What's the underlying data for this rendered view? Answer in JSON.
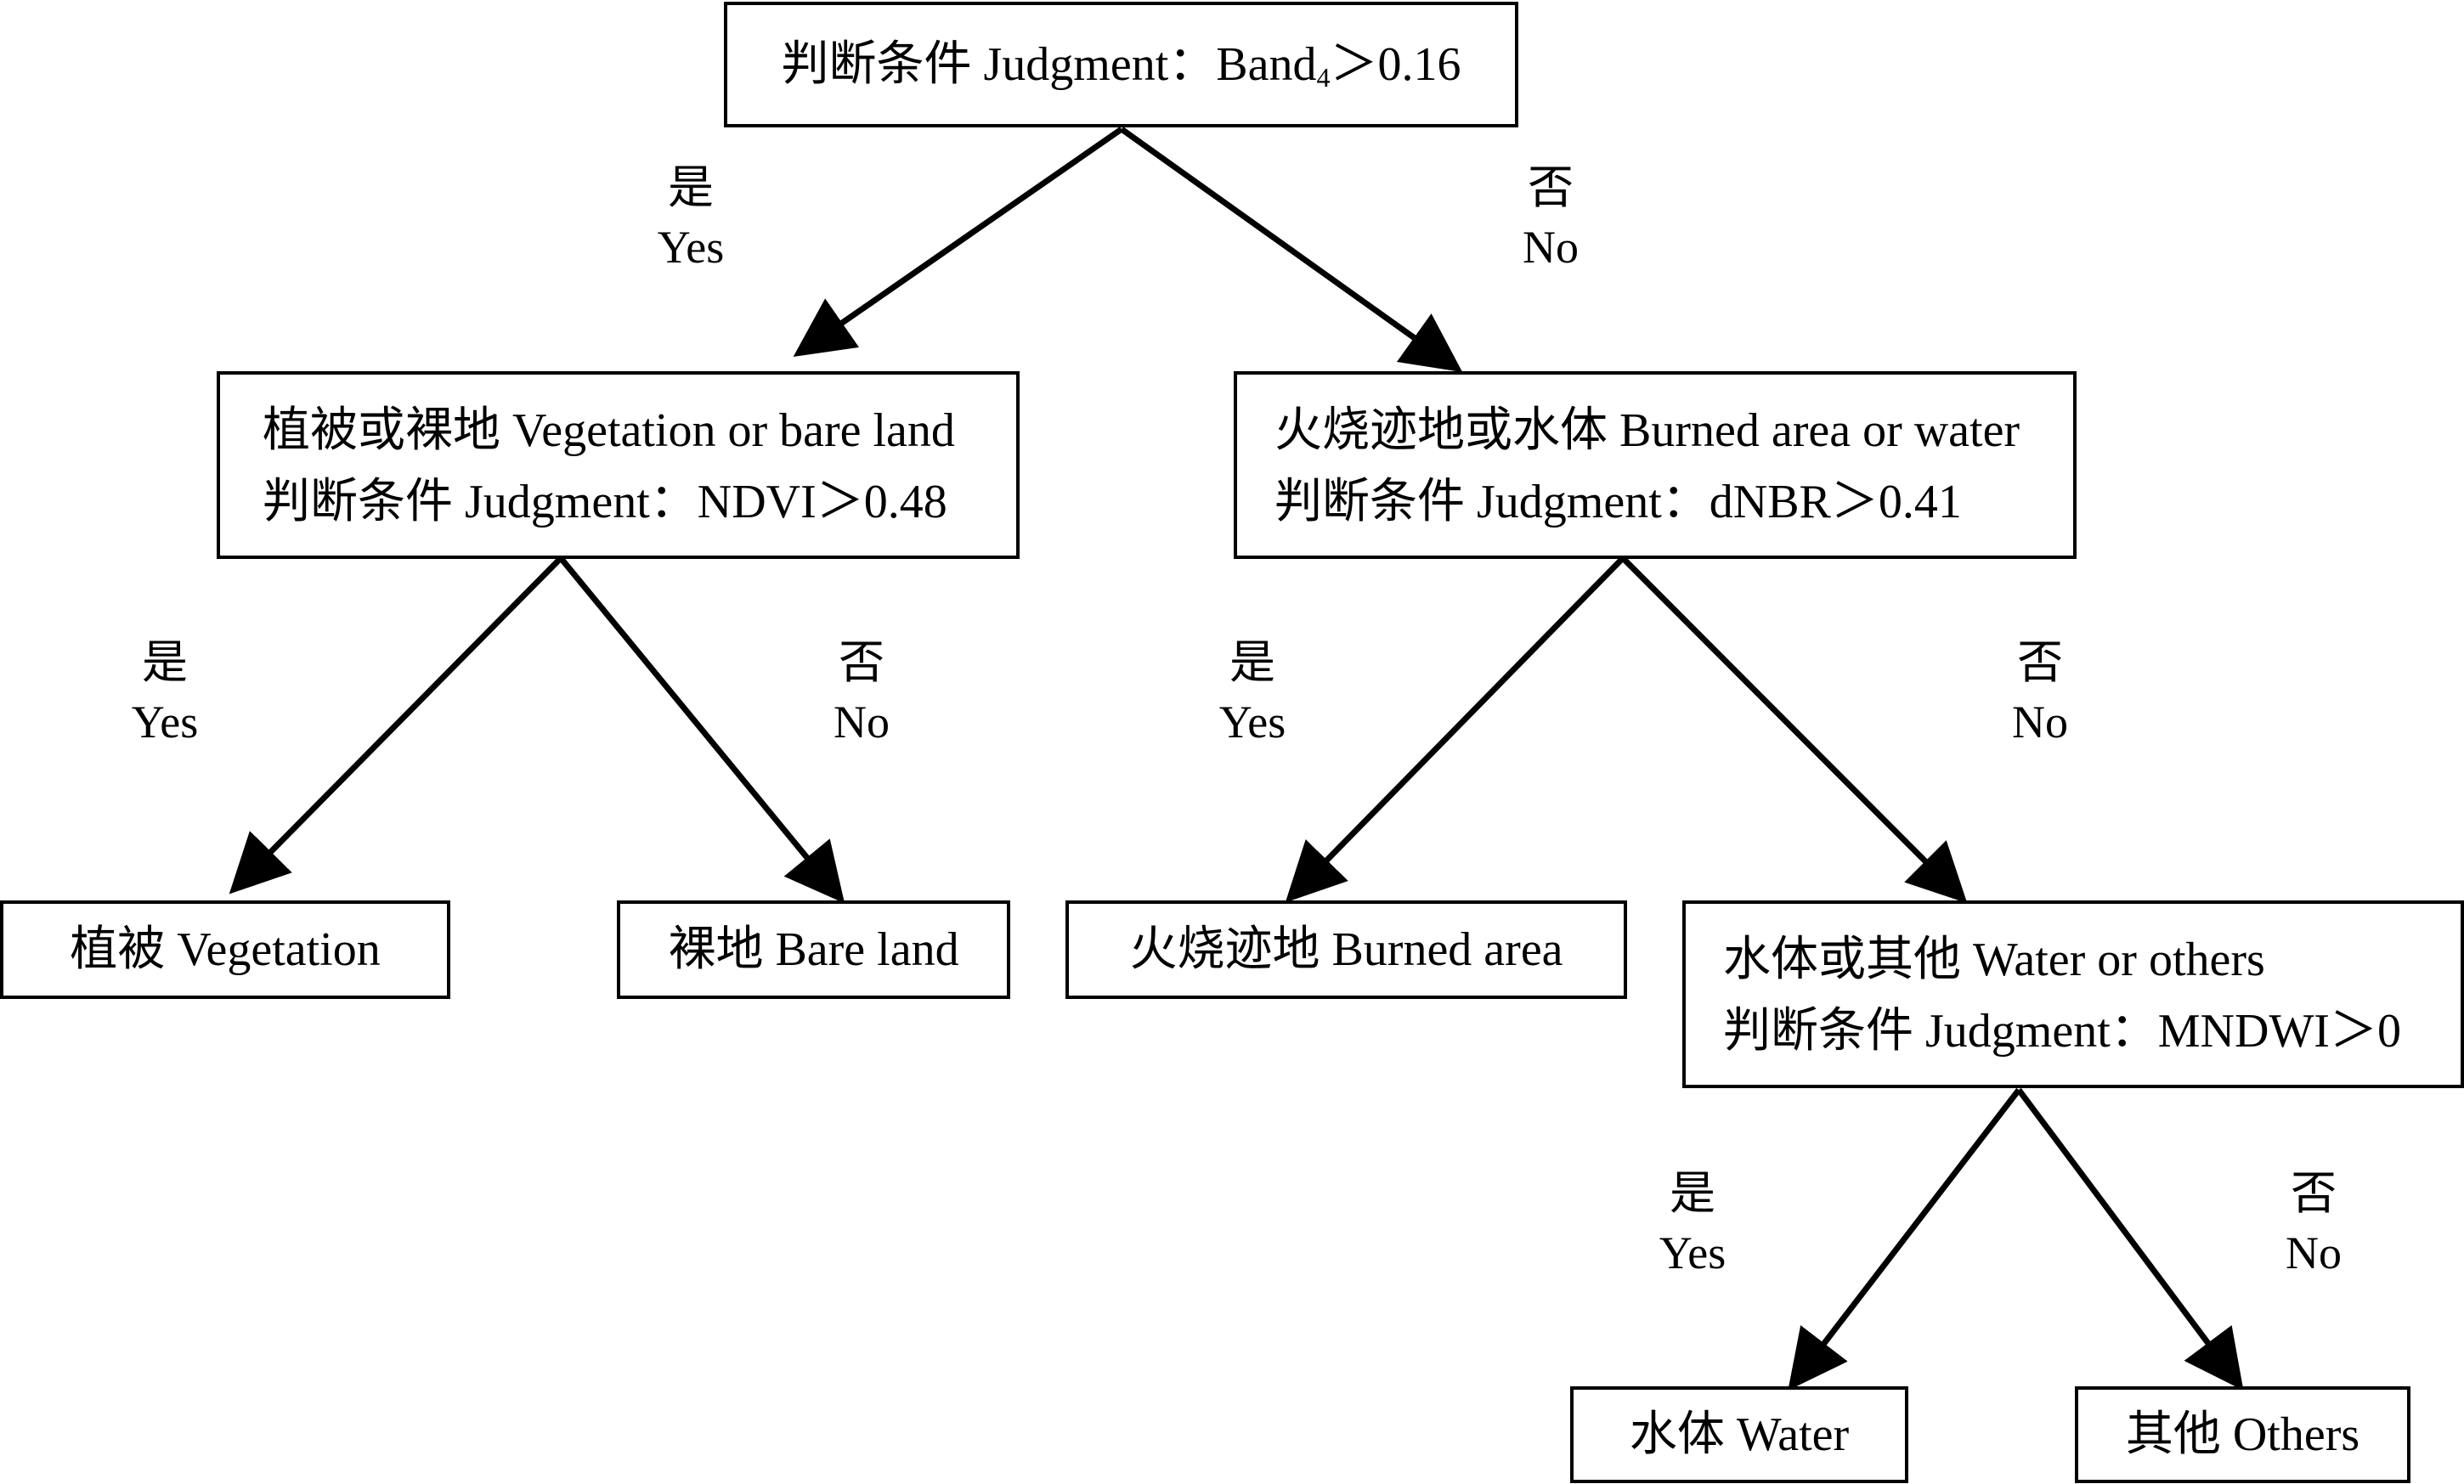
{
  "nodes": {
    "root": {
      "prefix": "判断条件 Judgment：Band",
      "sub": "4",
      "suffix": "＞0.16"
    },
    "veg_or_bare": {
      "line1": "植被或裸地 Vegetation or bare land",
      "line2": "判断条件 Judgment：NDVI＞0.48"
    },
    "burned_or_water": {
      "line1": "火烧迹地或水体 Burned area or water",
      "line2": "判断条件 Judgment：dNBR＞0.41"
    },
    "vegetation": {
      "text": "植被 Vegetation"
    },
    "bare_land": {
      "text": "裸地 Bare land"
    },
    "burned_area": {
      "text": "火烧迹地 Burned area"
    },
    "water_or_others": {
      "line1": "水体或其他 Water or others",
      "line2": "判断条件 Judgment：MNDWI＞0"
    },
    "water": {
      "text": "水体 Water"
    },
    "others": {
      "text": "其他 Others"
    }
  },
  "branch_labels": {
    "yes_cn": "是",
    "yes_en": "Yes",
    "no_cn": "否",
    "no_en": "No"
  },
  "colors": {
    "stroke": "#000000",
    "background": "#ffffff"
  }
}
